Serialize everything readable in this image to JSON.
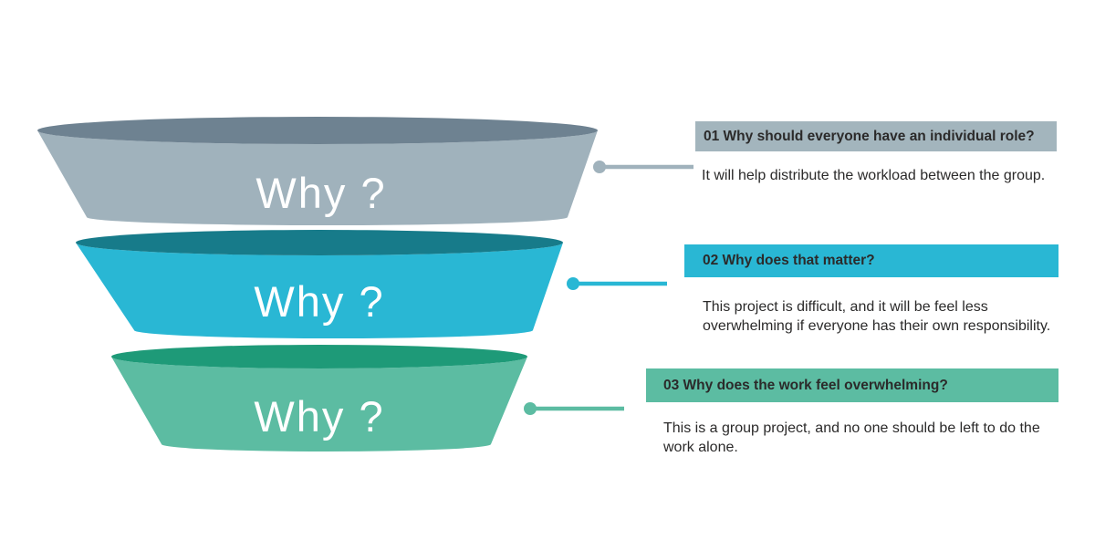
{
  "funnel": {
    "tiers": [
      {
        "label": "Why ?",
        "body_color": "#a0b2bc",
        "top_color": "#6e8291"
      },
      {
        "label": "Why ?",
        "body_color": "#29b7d4",
        "top_color": "#177b8a"
      },
      {
        "label": "Why ?",
        "body_color": "#5cbca2",
        "top_color": "#1e9a78"
      }
    ]
  },
  "qa_items": [
    {
      "header": "01 Why should everyone have an individual role?",
      "answer": "It will help distribute the workload between the group.",
      "accent_color": "#a3b5bd"
    },
    {
      "header": "02 Why does that matter?",
      "answer": "This project is difficult, and it will be feel less overwhelming if everyone has their own responsibility.",
      "accent_color": "#29b7d4"
    },
    {
      "header": "03 Why does the work feel overwhelming?",
      "answer": "This is a group project, and no one should be left to do the work alone.",
      "accent_color": "#5cbca2"
    }
  ]
}
